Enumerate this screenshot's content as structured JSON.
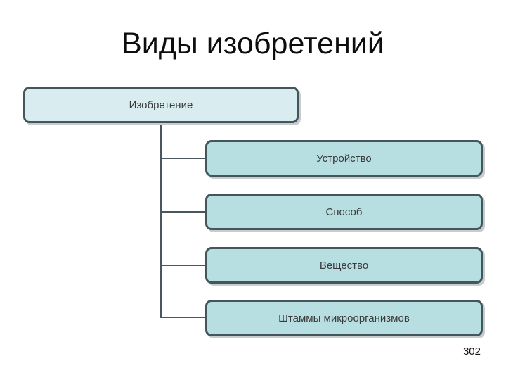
{
  "slide": {
    "title": "Виды изобретений",
    "page_number": "302"
  },
  "diagram": {
    "root": {
      "label": "Изобретение"
    },
    "children": [
      {
        "label": "Устройство"
      },
      {
        "label": "Способ"
      },
      {
        "label": "Вещество"
      },
      {
        "label": "Штаммы микроорганизмов"
      }
    ]
  },
  "colors": {
    "background": "#ffffff",
    "root_fill": "#d9ecef",
    "child_fill": "#b7dfe2",
    "node_border": "#44565c",
    "node_shadow": "#c7cdcd",
    "connector": "#4a575d",
    "title_text": "#0d0d0d",
    "label_text": "#3a3a3a"
  }
}
